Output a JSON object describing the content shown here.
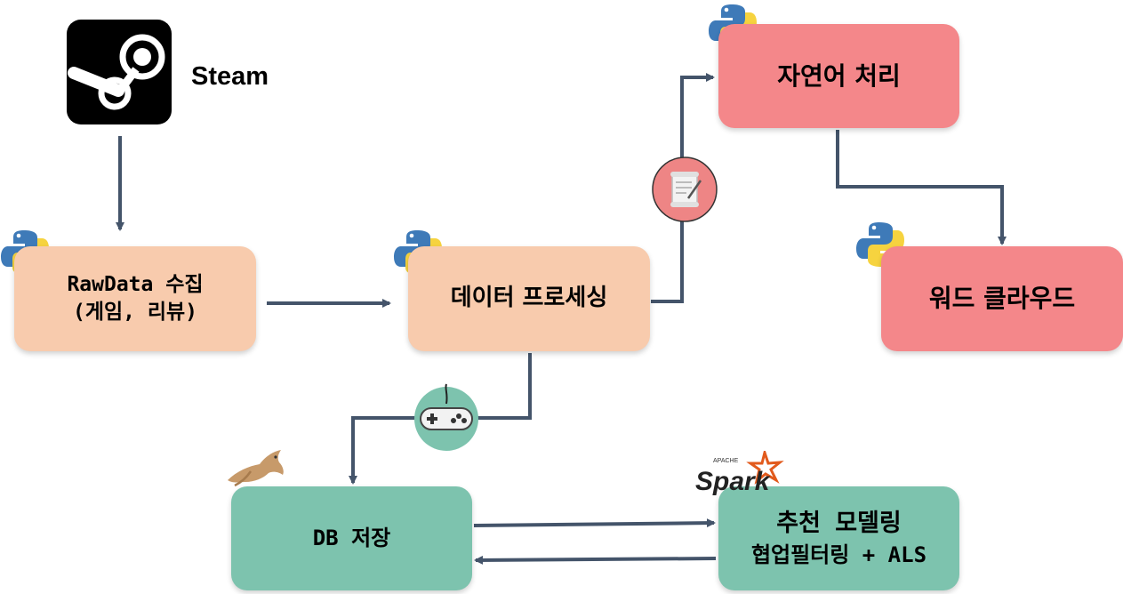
{
  "steam": {
    "label": "Steam"
  },
  "nodes": {
    "rawdata": {
      "line1": "RawData 수집",
      "line2": "(게임, 리뷰)"
    },
    "processing": {
      "label": "데이터 프로세싱"
    },
    "nlp": {
      "label": "자연어 처리"
    },
    "wordcloud": {
      "label": "워드 클라우드"
    },
    "db": {
      "label": "DB 저장"
    },
    "recommend": {
      "line1": "추천 모델링",
      "line2": "협업필터링 + ALS"
    }
  },
  "spark": {
    "small": "APACHE",
    "word": "Spark"
  },
  "colors": {
    "peach": "#f8cbad",
    "salmon": "#f4878a",
    "mint": "#7dc3ae",
    "arrow": "#44546a"
  },
  "icons": [
    "steam-icon",
    "python-icon",
    "scroll-icon",
    "gamepad-icon",
    "mysql-dolphin-icon",
    "spark-icon"
  ]
}
